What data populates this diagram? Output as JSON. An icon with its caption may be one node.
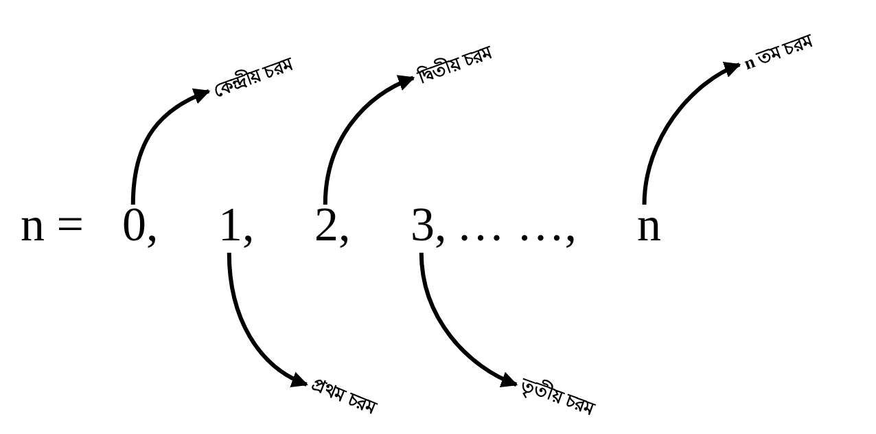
{
  "diagram": {
    "nodes": [
      {
        "text": [
          "0,"
        ]
      },
      {
        "text": [
          "1,"
        ]
      },
      {
        "text": [
          "2,"
        ]
      },
      {
        "text": [
          "3,"
        ]
      },
      {
        "text": [
          "n"
        ]
      },
      {
        "text": [
          "কেন্দ্রীয় চরম"
        ]
      },
      {
        "text": [
          "প্রথম চরম"
        ]
      },
      {
        "text": [
          "দ্বিতীয় চরম"
        ]
      },
      {
        "text": [
          "তৃতীয় চরম"
        ]
      },
      {
        "text": [
          "n তম চরম"
        ]
      }
    ],
    "edges": [
      {
        "from": 0,
        "to": 5,
        "arrow": "to"
      },
      {
        "from": 1,
        "to": 6,
        "arrow": "to"
      },
      {
        "from": 2,
        "to": 7,
        "arrow": "to"
      },
      {
        "from": 3,
        "to": 8,
        "arrow": "to"
      },
      {
        "from": 4,
        "to": 9,
        "arrow": "to"
      }
    ],
    "labels": [
      "n =",
      "… …,"
    ]
  }
}
